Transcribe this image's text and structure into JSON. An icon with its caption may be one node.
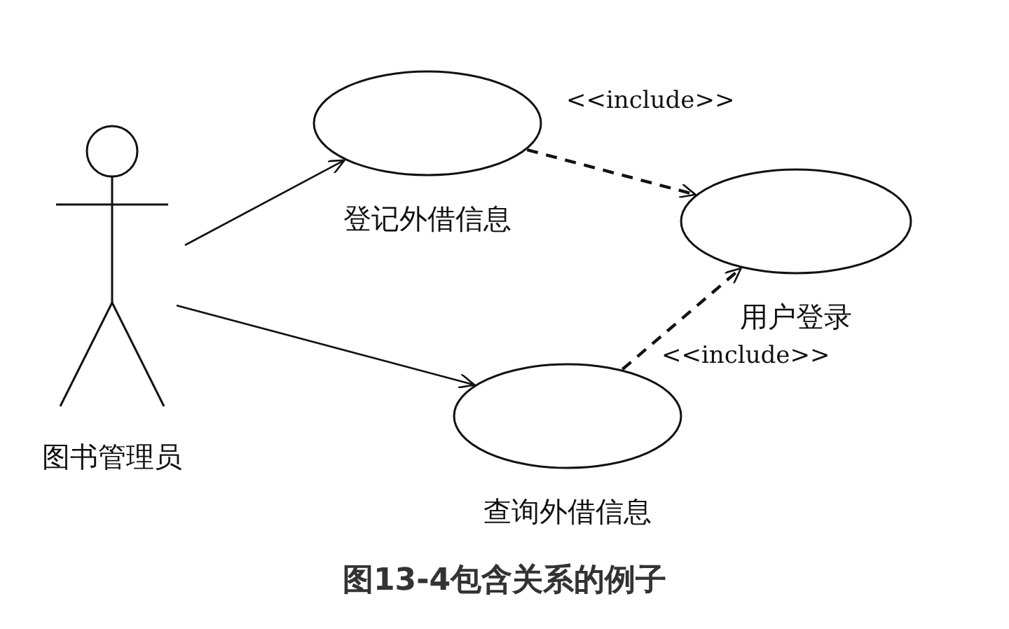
{
  "diagram": {
    "caption": "图13-4包含关系的例子",
    "nodes": [
      {
        "text": [
          "图书管理员"
        ]
      },
      {
        "text": [
          "登记外借信息"
        ]
      },
      {
        "text": [
          "用户登录"
        ]
      },
      {
        "text": [
          "查询外借信息"
        ]
      }
    ],
    "edges": [
      {
        "from": 0,
        "to": 1,
        "arrow": "to"
      },
      {
        "from": 0,
        "to": 3,
        "arrow": "to"
      },
      {
        "from": 1,
        "to": 2,
        "arrow": "to",
        "style": "dashed",
        "label": "<<include>>"
      },
      {
        "from": 3,
        "to": 2,
        "arrow": "to",
        "style": "dashed",
        "label": "<<include>>"
      }
    ]
  }
}
